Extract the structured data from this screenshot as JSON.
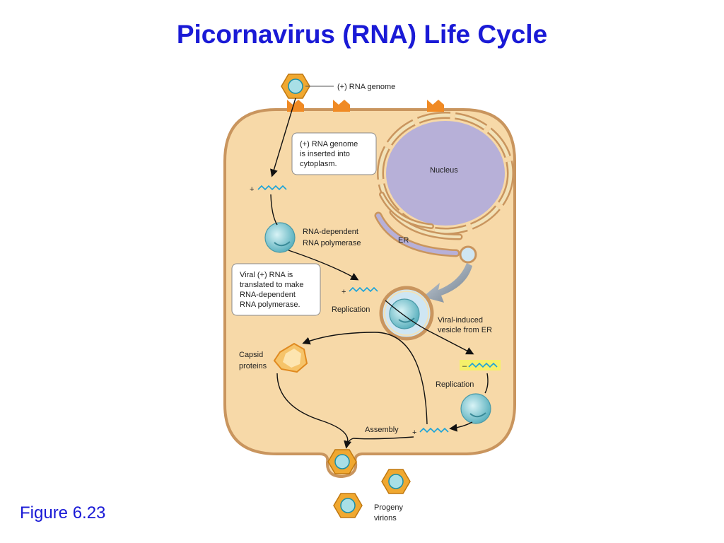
{
  "title": "Picornavirus (RNA) Life Cycle",
  "figure_label": "Figure 6.23",
  "labels": {
    "rna_genome": "(+) RNA genome",
    "nucleus": "Nucleus",
    "er": "ER",
    "polymerase_l1": "RNA-dependent",
    "polymerase_l2": "RNA polymerase",
    "replication_1": "Replication",
    "replication_2": "Replication",
    "vesicle_l1": "Viral-induced",
    "vesicle_l2": "vesicle from ER",
    "capsid_l1": "Capsid",
    "capsid_l2": "proteins",
    "assembly": "Assembly",
    "progeny_l1": "Progeny",
    "progeny_l2": "virions",
    "plus_1": "+",
    "plus_2": "+",
    "plus_3": "+",
    "minus": "–"
  },
  "callouts": {
    "inserted": [
      "(+) RNA genome",
      "is inserted into",
      "cytoplasm."
    ],
    "translated": [
      "Viral (+) RNA is",
      "translated to make",
      "RNA-dependent",
      "RNA polymerase."
    ]
  },
  "colors": {
    "title": "#1a1ad6",
    "cell_fill": "#f7d9a8",
    "cell_border": "#c9955e",
    "nucleus": "#b7b0d8",
    "virion_orange": "#f0a830",
    "polymerase": "#8fd0d8",
    "rna_wave": "#1aa3d9",
    "minus_highlight": "#f5f06a"
  }
}
